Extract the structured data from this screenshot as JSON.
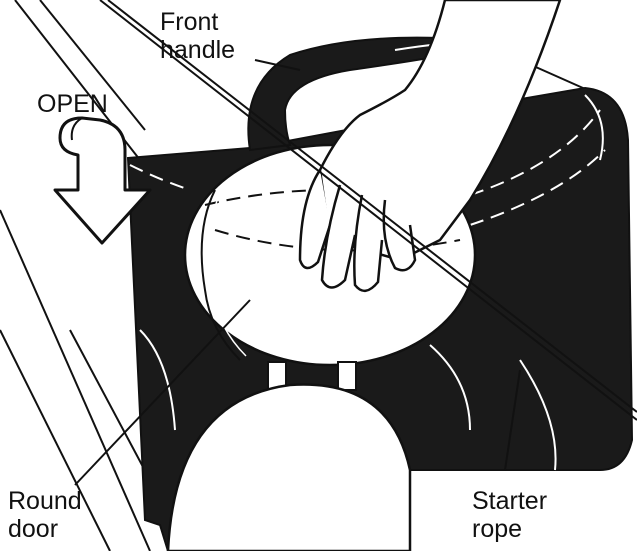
{
  "labels": {
    "front_handle": [
      "Front",
      "handle"
    ],
    "open": "OPEN",
    "round_door": [
      "Round",
      "door"
    ],
    "starter_rope": [
      "Starter",
      "rope"
    ]
  },
  "colors": {
    "body": "#1a1a1a",
    "line": "#111111",
    "paper": "#ffffff"
  },
  "icons": {
    "open_arrow": "curved-down-arrow-icon"
  }
}
